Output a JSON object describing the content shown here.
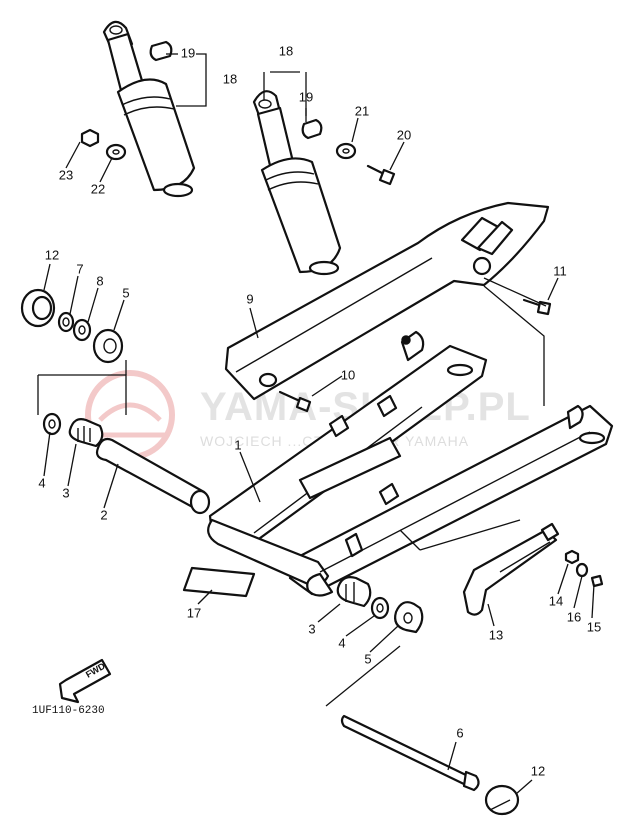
{
  "watermark": {
    "title": "YAMA-SKLEP.PL",
    "subtitle": "WOJCIECH ...CZ · DEALER YAMAHA"
  },
  "diagram_code": "1UF110-6230",
  "direction_label": "FWD",
  "callouts": {
    "n1": "1",
    "n2": "2",
    "n3a": "3",
    "n3b": "3",
    "n4a": "4",
    "n4b": "4",
    "n5a": "5",
    "n5b": "5",
    "n6": "6",
    "n7": "7",
    "n8": "8",
    "n9": "9",
    "n10": "10",
    "n11": "11",
    "n12a": "12",
    "n12b": "12",
    "n13": "13",
    "n14": "14",
    "n15": "15",
    "n16": "16",
    "n17": "17",
    "n18a": "18",
    "n18b": "18",
    "n19a": "19",
    "n19b": "19",
    "n20": "20",
    "n21": "21",
    "n22": "22",
    "n23": "23"
  }
}
